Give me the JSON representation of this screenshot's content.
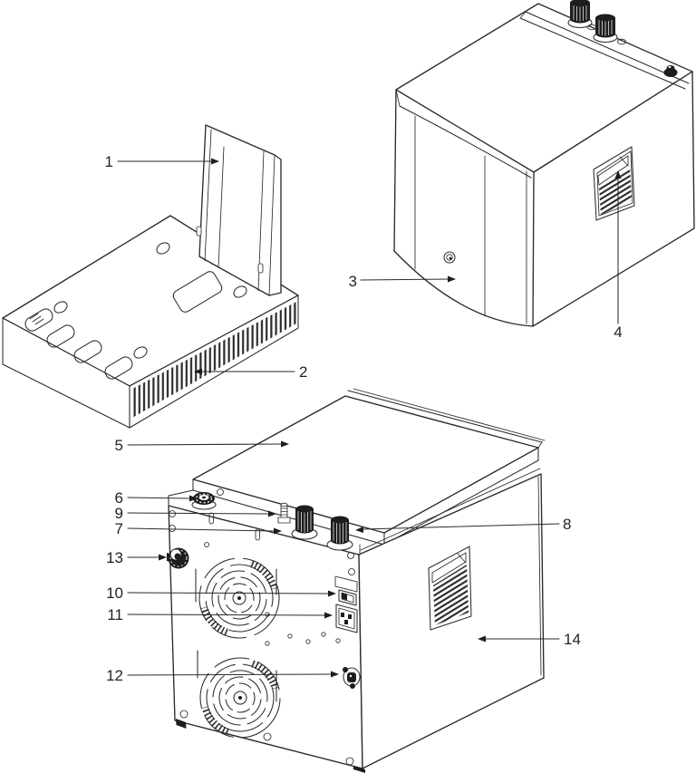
{
  "colors": {
    "line": "#2b2b2b",
    "label": "#231f20",
    "dark": "#1d1d1d",
    "bg": "#ffffff"
  },
  "callouts": [
    {
      "label": "1"
    },
    {
      "label": "2"
    },
    {
      "label": "3"
    },
    {
      "label": "4"
    },
    {
      "label": "5"
    },
    {
      "label": "6"
    },
    {
      "label": "7"
    },
    {
      "label": "8"
    },
    {
      "label": "9"
    },
    {
      "label": "10"
    },
    {
      "label": "11"
    },
    {
      "label": "12"
    },
    {
      "label": "13"
    },
    {
      "label": "14"
    }
  ]
}
